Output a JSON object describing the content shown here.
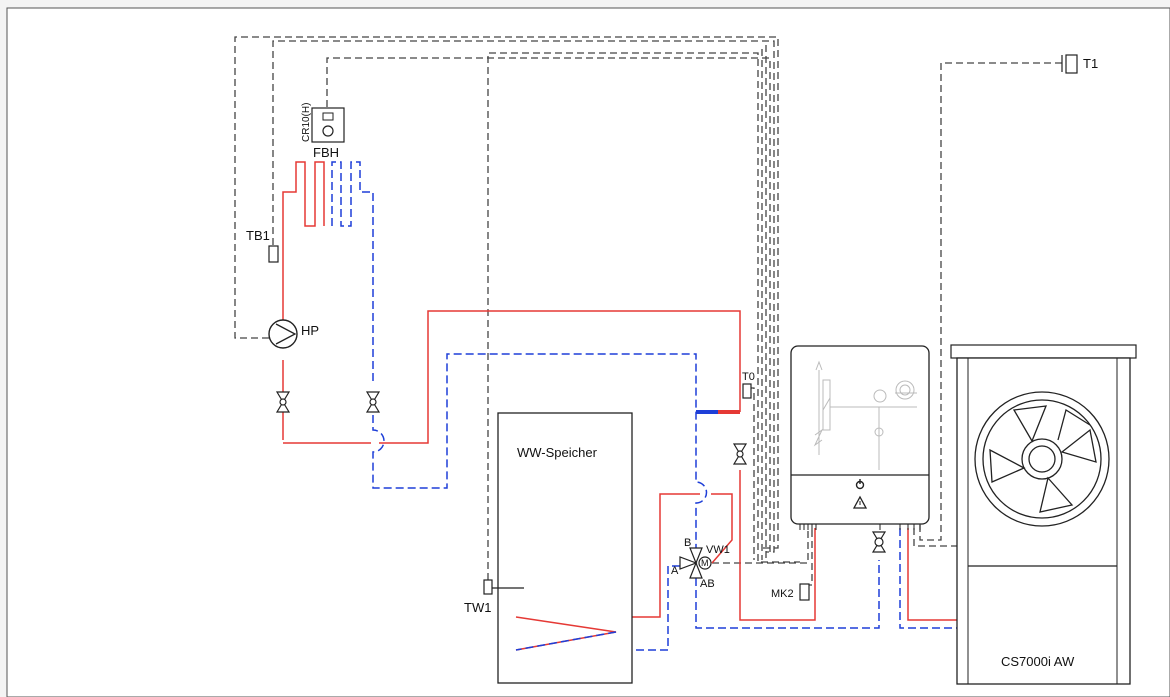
{
  "diagram": {
    "labels": {
      "thermostat": "CR10(H)",
      "fbh": "FBH",
      "tb1": "TB1",
      "hp": "HP",
      "t0": "T0",
      "t1": "T1",
      "storage": "WW-Speicher",
      "tw1": "TW1",
      "vw1": "VW1",
      "port_b": "B",
      "port_a": "A",
      "port_ab": "AB",
      "port_m": "M",
      "mk2": "MK2",
      "heatpump": "CS7000i AW"
    },
    "colors": {
      "flow": "#e53935",
      "return": "#1e3fd8",
      "signal": "#444444",
      "frame": "#333333"
    }
  }
}
